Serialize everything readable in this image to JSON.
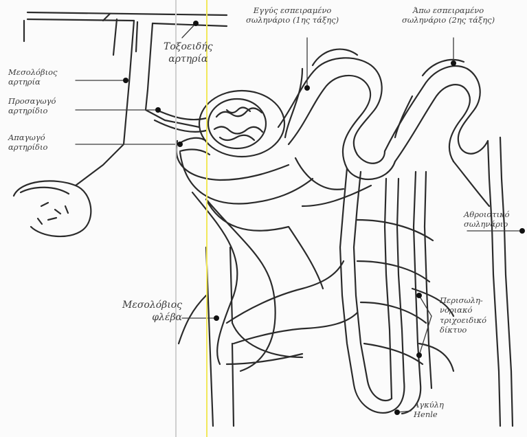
{
  "labels": {
    "proximal_tubule": "Εγγύς εσπειραμένο σωληνάριο (1ης τάξης)",
    "distal_tubule": "Άπω εσπειραμένο σωληνάριο (2ης τάξης)",
    "arcuate_artery": "Τοξοειδής αρτηρία",
    "interlobular_artery": "Μεσολόβιος αρτηρία",
    "afferent_arteriole": "Προσαγωγό αρτηρίδιο",
    "efferent_arteriole": "Απαγωγό αρτηρίδιο",
    "collecting_duct": "Αθροιστικό σωληνάριο",
    "interlobular_vein": "Μεσολόβιος φλέβα",
    "peritubular_network": "Περισωλη-νοριακό τριχοειδικό δίκτυο",
    "loop_of_henle": "Αγκύλη Henle"
  },
  "text": {
    "proximal_1": "Εγγύς εσπειραμένο",
    "proximal_2": "σωληνάριο (1ης τάξης)",
    "distal_1": "Άπω εσπειραμένο",
    "distal_2": "σωληνάριο (2ης τάξης)",
    "arcuate_1": "Τοξοειδής",
    "arcuate_2": "αρτηρία",
    "interlobular_artery_1": "Μεσολόβιος",
    "interlobular_artery_2": "αρτηρία",
    "afferent_1": "Προσαγωγό",
    "afferent_2": "αρτηρίδιο",
    "efferent_1": "Απαγωγό",
    "efferent_2": "αρτηρίδιο",
    "collecting_1": "Αθροιστικό",
    "collecting_2": "σωληνάριο",
    "vein_1": "Μεσολόβιος",
    "vein_2": "φλέβα",
    "peritubular_1": "Περισωλη-",
    "peritubular_2": "νοριακό",
    "peritubular_3": "τριχοειδικό",
    "peritubular_4": "δίκτυο",
    "henle_1": "Αγκύλη",
    "henle_2": "Henle"
  },
  "colors": {
    "ink": "#2b2b2b",
    "paper": "#fbfbfb",
    "fold_yellow": "#f2e85a",
    "fold_grey": "#cfcfcf"
  }
}
